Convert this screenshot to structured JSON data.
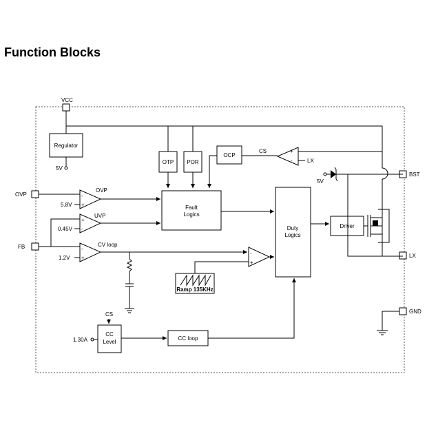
{
  "title": "Function Blocks",
  "pins": {
    "vcc": "VCC",
    "ovp": "OVP",
    "fb": "FB",
    "bst": "BST",
    "lx": "LX",
    "gnd": "GND"
  },
  "blocks": {
    "regulator": "Regulator",
    "otp": "OTP",
    "por": "POR",
    "ocp": "OCP",
    "fault_line1": "Fault",
    "fault_line2": "Logics",
    "duty_line1": "Duty",
    "duty_line2": "Logics",
    "driver": "Driver",
    "ramp": "Ramp 135KHz",
    "cc_level_line1": "CC",
    "cc_level_line2": "Level",
    "cc_loop": "CC  loop"
  },
  "signals": {
    "reg_5v": "5V",
    "bst_5v": "5V",
    "cs_top": "CS",
    "cs_bottom": "CS",
    "ovp_signal": "OVP",
    "uvp_signal": "UVP",
    "cv_loop": "CV  loop",
    "lx_input": "LX"
  },
  "refs": {
    "ovp_ref": "5.8V",
    "uvp_ref": "0.45V",
    "cv_ref": "1.2V",
    "cc_ref": "1.30A"
  },
  "amp_signs": {
    "plus": "+",
    "minus": "-"
  }
}
